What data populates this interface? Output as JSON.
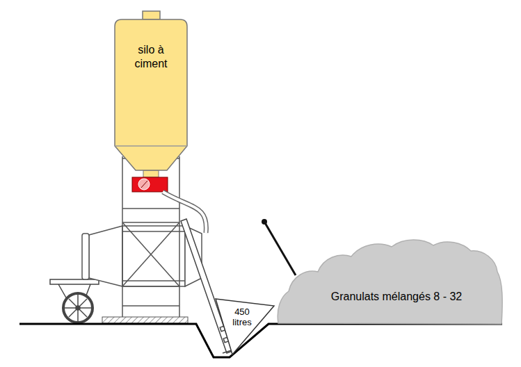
{
  "diagram": {
    "nodes": [
      {
        "text": [
          "silo à ciment"
        ]
      },
      {
        "text": [
          "450 litres"
        ]
      },
      {
        "text": [
          "Granulats mélangés 8 - 32"
        ]
      }
    ]
  }
}
